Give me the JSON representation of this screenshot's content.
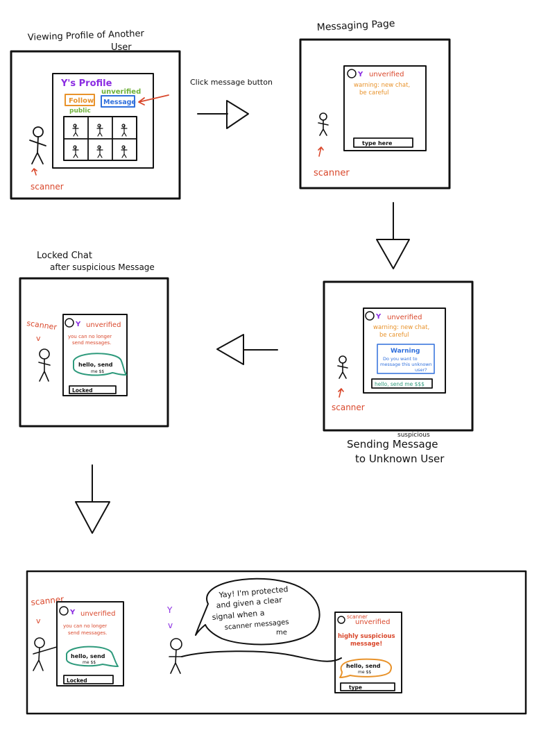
{
  "colors": {
    "ink": "#111111",
    "red": "#d9472b",
    "orange": "#e8922a",
    "purple": "#8a2be2",
    "green": "#6fb23a",
    "blue": "#2f6fdc",
    "teal": "#2e9a7c"
  },
  "profile_panel": {
    "title_line1": "Viewing Profile of Another",
    "title_line2": "User",
    "profile_title": "Y's Profile",
    "unverified": "unverified",
    "follow_label": "Follow",
    "message_label": "Message",
    "public_label": "public",
    "scanner_label": "scanner"
  },
  "arrow1_label": "Click message button",
  "messaging_panel": {
    "title": "Messaging Page",
    "user": "Y",
    "unverified": "unverified",
    "warning_line1": "warning: new chat,",
    "warning_line2": "be careful",
    "input_placeholder": "type here",
    "scanner_label": "scanner"
  },
  "sending_panel": {
    "title_insert": "suspicious",
    "title_line1": "Sending Message",
    "title_line2": "to Unknown User",
    "user": "Y",
    "unverified": "unverified",
    "warning_line1": "warning: new chat,",
    "warning_line2": "be careful",
    "dialog_title": "Warning",
    "dialog_line1": "Do you want to",
    "dialog_line2": "message this unknown",
    "dialog_line3": "user?",
    "input_text": "hello, send me $$$",
    "scanner_label": "scanner"
  },
  "locked_panel": {
    "title_line1": "Locked Chat",
    "title_line2": "after suspicious Message",
    "scanner_label": "scanner",
    "v_mark": "v",
    "user": "Y",
    "unverified": "unverified",
    "notice_line1": "you can no longer",
    "notice_line2": "send messages.",
    "bubble_line1": "hello, send",
    "bubble_line2": "me $$",
    "input_text": "Locked"
  },
  "final_panel": {
    "scanner_label": "scanner",
    "v_mark": "v",
    "left_user": "Y",
    "left_unverified": "unverified",
    "left_notice_line1": "you can no longer",
    "left_notice_line2": "send messages.",
    "left_bubble_line1": "hello, send",
    "left_bubble_line2": "me $$",
    "left_input": "Locked",
    "y_label": "Y",
    "y_v_mark": "v",
    "speech_line1": "Yay! I'm protected",
    "speech_line2": "and given a clear",
    "speech_line3": "signal when a",
    "speech_line4": "scanner messages",
    "speech_line5": "me",
    "right_sender": "scanner",
    "right_unverified": "unverified",
    "right_alert_line1": "highly suspicious",
    "right_alert_line2": "message!",
    "right_bubble_line1": "hello, send",
    "right_bubble_line2": "me $$",
    "right_input": "type"
  }
}
